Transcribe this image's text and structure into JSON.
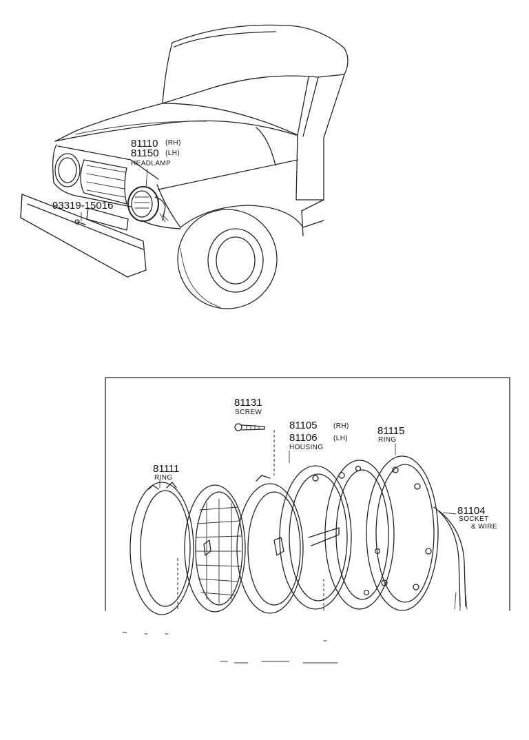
{
  "top_view": {
    "headlamp": {
      "part_rh": "81110",
      "tag_rh": "(RH)",
      "part_lh": "81150",
      "tag_lh": "(LH)",
      "name": "HEADLAMP"
    },
    "screw": {
      "part": "93319-15016"
    }
  },
  "exploded_view": {
    "screw": {
      "part": "81131",
      "name": "SCREW"
    },
    "housing": {
      "part_rh": "81105",
      "tag_rh": "(RH)",
      "part_lh": "81106",
      "tag_lh": "(LH)",
      "name": "HOUSING"
    },
    "outer_ring": {
      "part": "81111",
      "name": "RING"
    },
    "mount_ring": {
      "part": "81115",
      "name": "RING"
    },
    "socket": {
      "part": "81104",
      "name_1": "SOCKET",
      "name_2": "& WIRE"
    }
  }
}
